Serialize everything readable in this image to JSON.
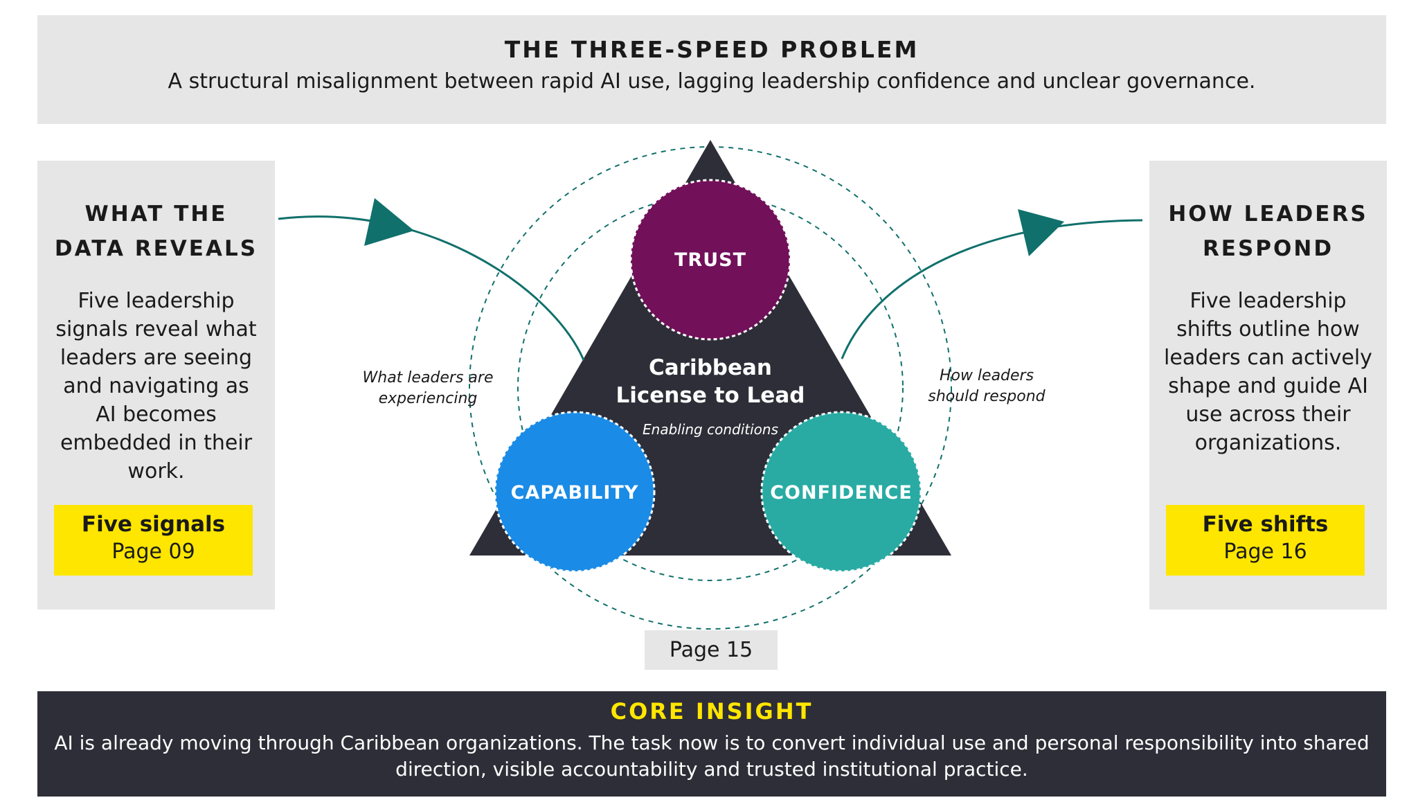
{
  "banner": {
    "title": "THE THREE-SPEED PROBLEM",
    "subtitle": "A structural misalignment between rapid AI use, lagging leadership confidence and unclear governance."
  },
  "left_panel": {
    "heading_lines": [
      "WHAT THE",
      "DATA REVEALS"
    ],
    "body_lines": [
      "Five leadership",
      "signals reveal what",
      "leaders are seeing",
      "and navigating as",
      "AI becomes",
      "embedded in their",
      "work."
    ],
    "link_title": "Five signals",
    "link_page": "Page 09"
  },
  "right_panel": {
    "heading_lines": [
      "HOW LEADERS",
      "RESPOND"
    ],
    "body_lines": [
      "Five leadership",
      "shifts outline how",
      "leaders can actively",
      "shape and guide AI",
      "use across their",
      "organizations."
    ],
    "link_title": "Five shifts",
    "link_page": "Page 16"
  },
  "diagram": {
    "center_title_lines": [
      "Caribbean",
      "License to Lead"
    ],
    "center_caption": "Enabling conditions",
    "left_annotation_lines": [
      "What leaders are",
      "experiencing"
    ],
    "right_annotation_lines": [
      "How leaders",
      "should respond"
    ],
    "circles": [
      {
        "label": "TRUST",
        "color": "#72105a"
      },
      {
        "label": "CAPABILITY",
        "color": "#1a8be6"
      },
      {
        "label": "CONFIDENCE",
        "color": "#29aba4"
      }
    ],
    "triangle_color": "#2e2e38",
    "arrow_color": "#10706b",
    "page_link": "Page 15"
  },
  "insight": {
    "title": "CORE INSIGHT",
    "body_lines": [
      "AI is already moving through Caribbean organizations. The task now is to convert individual use and personal responsibility into shared",
      "direction, visible accountability and trusted institutional practice."
    ]
  },
  "colors": {
    "panel_gray": "#e6e6e6",
    "highlight_yellow": "#ffe600",
    "dark": "#2e2e38"
  }
}
